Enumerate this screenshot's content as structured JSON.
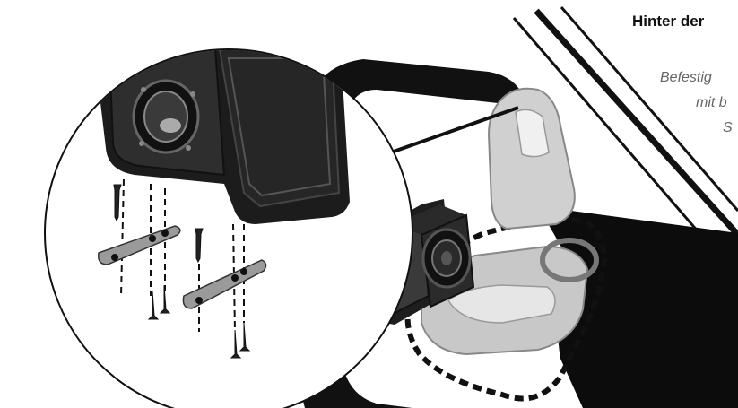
{
  "heading": "Hinter der",
  "caption_lines": [
    "Befestig",
    "mit b",
    "S"
  ],
  "colors": {
    "ink": "#111111",
    "caption": "#666666",
    "box_dark": "#222222",
    "box_mid": "#3a3a3a",
    "seat_fill": "#c8c8c8",
    "bracket": "#9a9a9a"
  }
}
